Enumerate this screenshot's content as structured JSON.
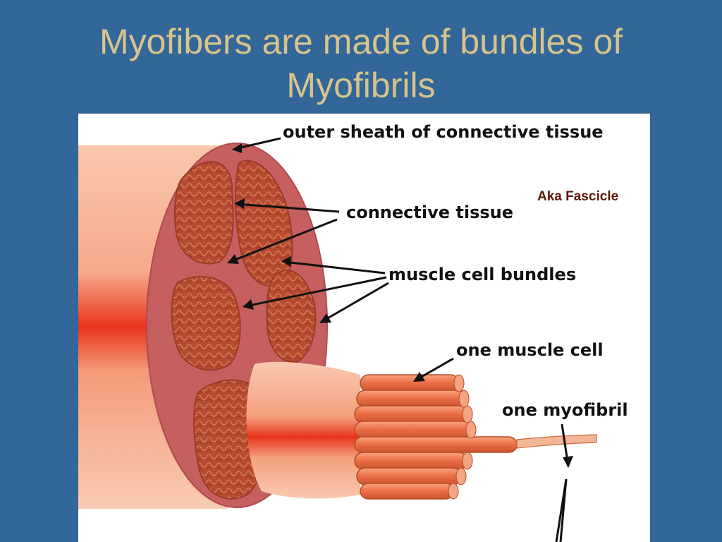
{
  "slide": {
    "title_line1": "Myofibers are made of bundles of",
    "title_line2": "Myofibrils"
  },
  "diagram": {
    "labels": {
      "outer_sheath": "outer sheath of connective tissue",
      "connective_tissue": "connective tissue",
      "muscle_cell_bundles": "muscle cell bundles",
      "one_muscle_cell": "one muscle cell",
      "one_myofibril": "one myofibril"
    },
    "annotation": "Aka Fascicle"
  },
  "colors": {
    "background": "#336699",
    "title": "#d8c48a",
    "annotation": "#5a1a0a",
    "muscle_outer": "#f7b69a",
    "muscle_core": "#e8341c",
    "sheath": "#c85a5a",
    "bundle": "#b74a2e",
    "fiber": "#e8754f"
  }
}
